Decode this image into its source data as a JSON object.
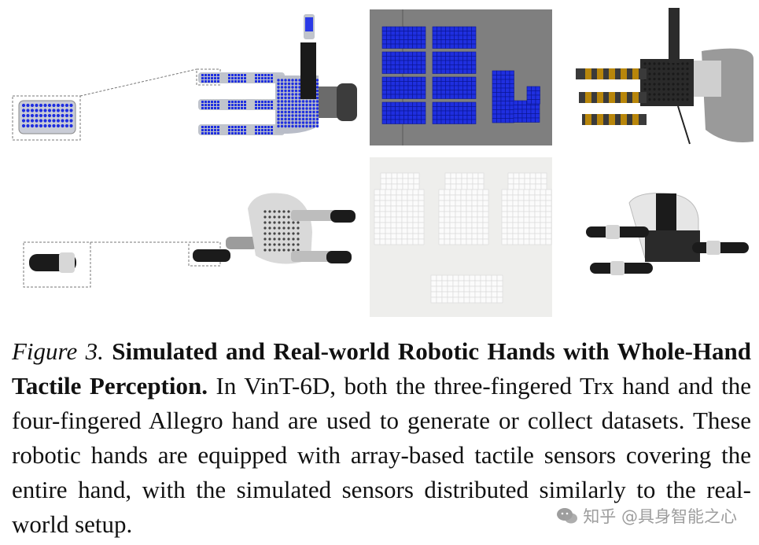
{
  "caption": {
    "label": "Figure 3.",
    "title": "Simulated and Real-world Robotic Hands with Whole-Hand Tactile Perception.",
    "body": "In VinT-6D, both the three-fingered Trx hand and the four-fingered Allegro hand are used to generate or collect datasets. These robotic hands are equipped with array-based tactile sensors covering the entire hand, with the simulated sensors distributed similarly to the real-world setup."
  },
  "watermark": {
    "text": "知乎 @具身智能之心",
    "icon": "wechat-logo-icon"
  },
  "colors": {
    "tactile_blue": "#1f2fe0",
    "tactile_bg_sim": "#7f7f7f",
    "tactile_bg_white": "#eeeeec",
    "dashed_border": "#777777"
  }
}
